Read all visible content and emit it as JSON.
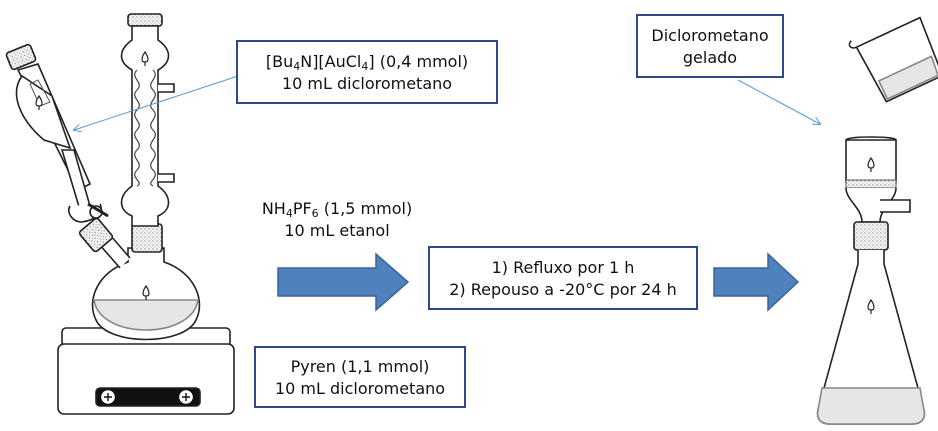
{
  "reagent_box": {
    "line1_a": "[Bu",
    "line1_sub1": "4",
    "line1_b": "N][AuCl",
    "line1_sub2": "4",
    "line1_c": "] (0,4 mmol)",
    "line2": "10 mL diclorometano"
  },
  "nh4pf6_label": {
    "line1_a": "NH",
    "line1_sub1": "4",
    "line1_b": "PF",
    "line1_sub2": "6",
    "line1_c": " (1,5 mmol)",
    "line2": "10 mL etanol"
  },
  "steps_box": {
    "line1": "1) Refluxo por 1 h",
    "line2": "2) Repouso a -20°C por 24 h"
  },
  "pyren_box": {
    "line1": "Pyren (1,1 mmol)",
    "line2": "10 mL diclorometano"
  },
  "wash_box": {
    "line1": "Diclorometano",
    "line2": "gelado"
  },
  "colors": {
    "box_border": "#2b4a86",
    "arrow_fill": "#4f81bd",
    "arrow_stroke": "#3a6399",
    "leader_line": "#5b9bd5"
  },
  "icons": [
    "reflux-apparatus-icon",
    "addition-funnel-icon",
    "condenser-icon",
    "round-bottom-flask-icon",
    "hotplate-stirrer-icon",
    "filter-funnel-icon",
    "erlenmeyer-flask-icon",
    "pouring-beaker-icon"
  ]
}
